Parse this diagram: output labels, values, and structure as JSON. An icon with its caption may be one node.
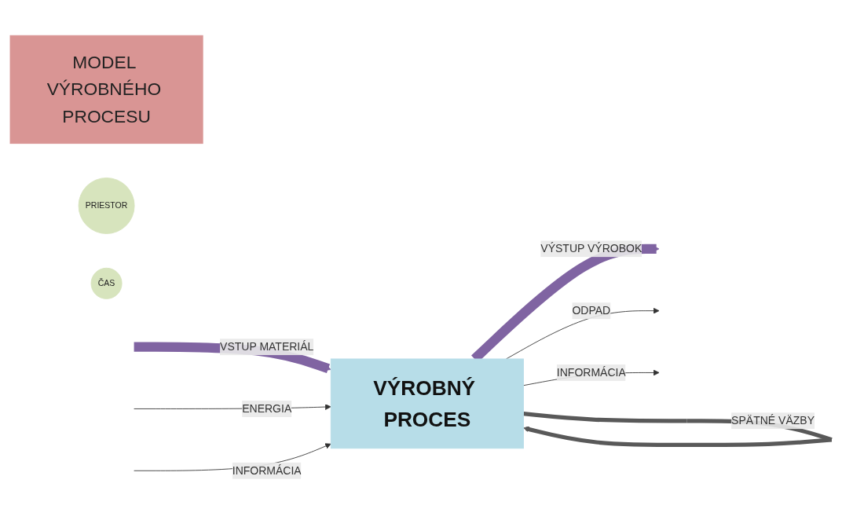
{
  "diagram": {
    "nodes": [
      {
        "text": [
          "MODEL VÝROBNÉHO PROCESU"
        ]
      },
      {
        "text": [
          "PRIESTOR"
        ]
      },
      {
        "text": [
          "ČAS"
        ]
      },
      {
        "text": [
          "VÝROBNÝ PROCES"
        ]
      }
    ],
    "edges": [
      {
        "from": null,
        "to": 3,
        "arrow": "to",
        "label": "VSTUP MATERIÁL",
        "style": "thick",
        "color": "#8064a2"
      },
      {
        "from": 3,
        "to": null,
        "arrow": "to",
        "label": "VÝSTUP VÝROBOK",
        "style": "thick",
        "color": "#8064a2"
      },
      {
        "from": null,
        "to": 3,
        "arrow": "to",
        "label": "ENERGIA"
      },
      {
        "from": null,
        "to": 3,
        "arrow": "to",
        "label": "INFORMÁCIA"
      },
      {
        "from": 3,
        "to": null,
        "arrow": "to",
        "label": "ODPAD"
      },
      {
        "from": 3,
        "to": null,
        "arrow": "to",
        "label": "INFORMÁCIA"
      },
      {
        "from": 3,
        "to": 3,
        "arrow": "to",
        "label": "SPÄTNÉ VÄZBY",
        "style": "thick",
        "color": "#595959"
      }
    ]
  }
}
